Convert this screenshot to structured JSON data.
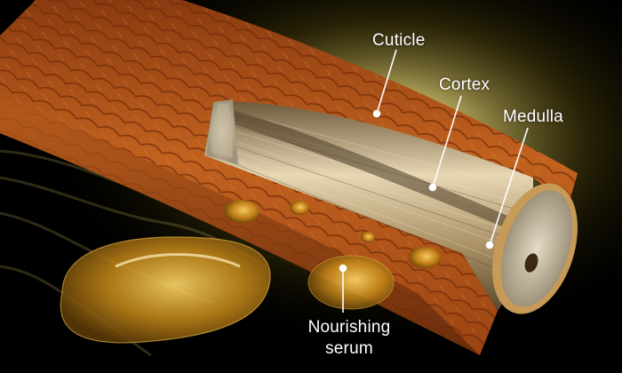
{
  "labels": {
    "cuticle": "Cuticle",
    "cortex": "Cortex",
    "medulla": "Medulla",
    "serum_line1": "Nourishing",
    "serum_line2": "serum"
  },
  "colors": {
    "background": "#000000",
    "cuticle": "#b4541a",
    "cortex": "#c8b48c",
    "medulla": "#d8d0b8",
    "serum": "#e0a020",
    "glow": "#fff7b0",
    "label_text": "#ffffff"
  }
}
